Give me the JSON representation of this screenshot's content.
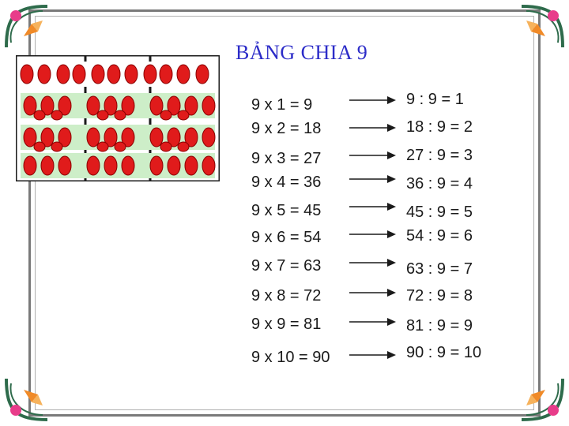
{
  "title": "BẢNG CHIA 9",
  "multiplications": [
    "9 x 1 = 9",
    "9 x 2 = 18",
    "9 x 3 = 27",
    "9 x 4 = 36",
    "9 x 5 = 45",
    "9 x 6 = 54",
    "9 x 7 = 63",
    "9 x 8 = 72",
    "9 x 9 = 81",
    "9 x 10 = 90"
  ],
  "divisions": [
    "9 : 9 = 1",
    "18 : 9 = 2",
    "27 : 9 = 3",
    "36 : 9 = 4",
    "45 : 9 = 5",
    "54 : 9 = 6",
    "63 : 9 = 7",
    "72 : 9 = 8",
    "81 : 9 = 9",
    "90 : 9 = 10"
  ],
  "abacus": {
    "rows": 4,
    "beads_per_row": 9,
    "bead_color": "#e01b1b",
    "bead_outline": "#8a0000",
    "row_color": "#cdeec8",
    "tint_color": "#ffd9de"
  },
  "colors": {
    "title": "#2c2cc8",
    "frame": "#7a7a7a",
    "ornament_green": "#2e6b4b",
    "ornament_orange": "#f08a28",
    "ornament_pink": "#e83c8a"
  }
}
